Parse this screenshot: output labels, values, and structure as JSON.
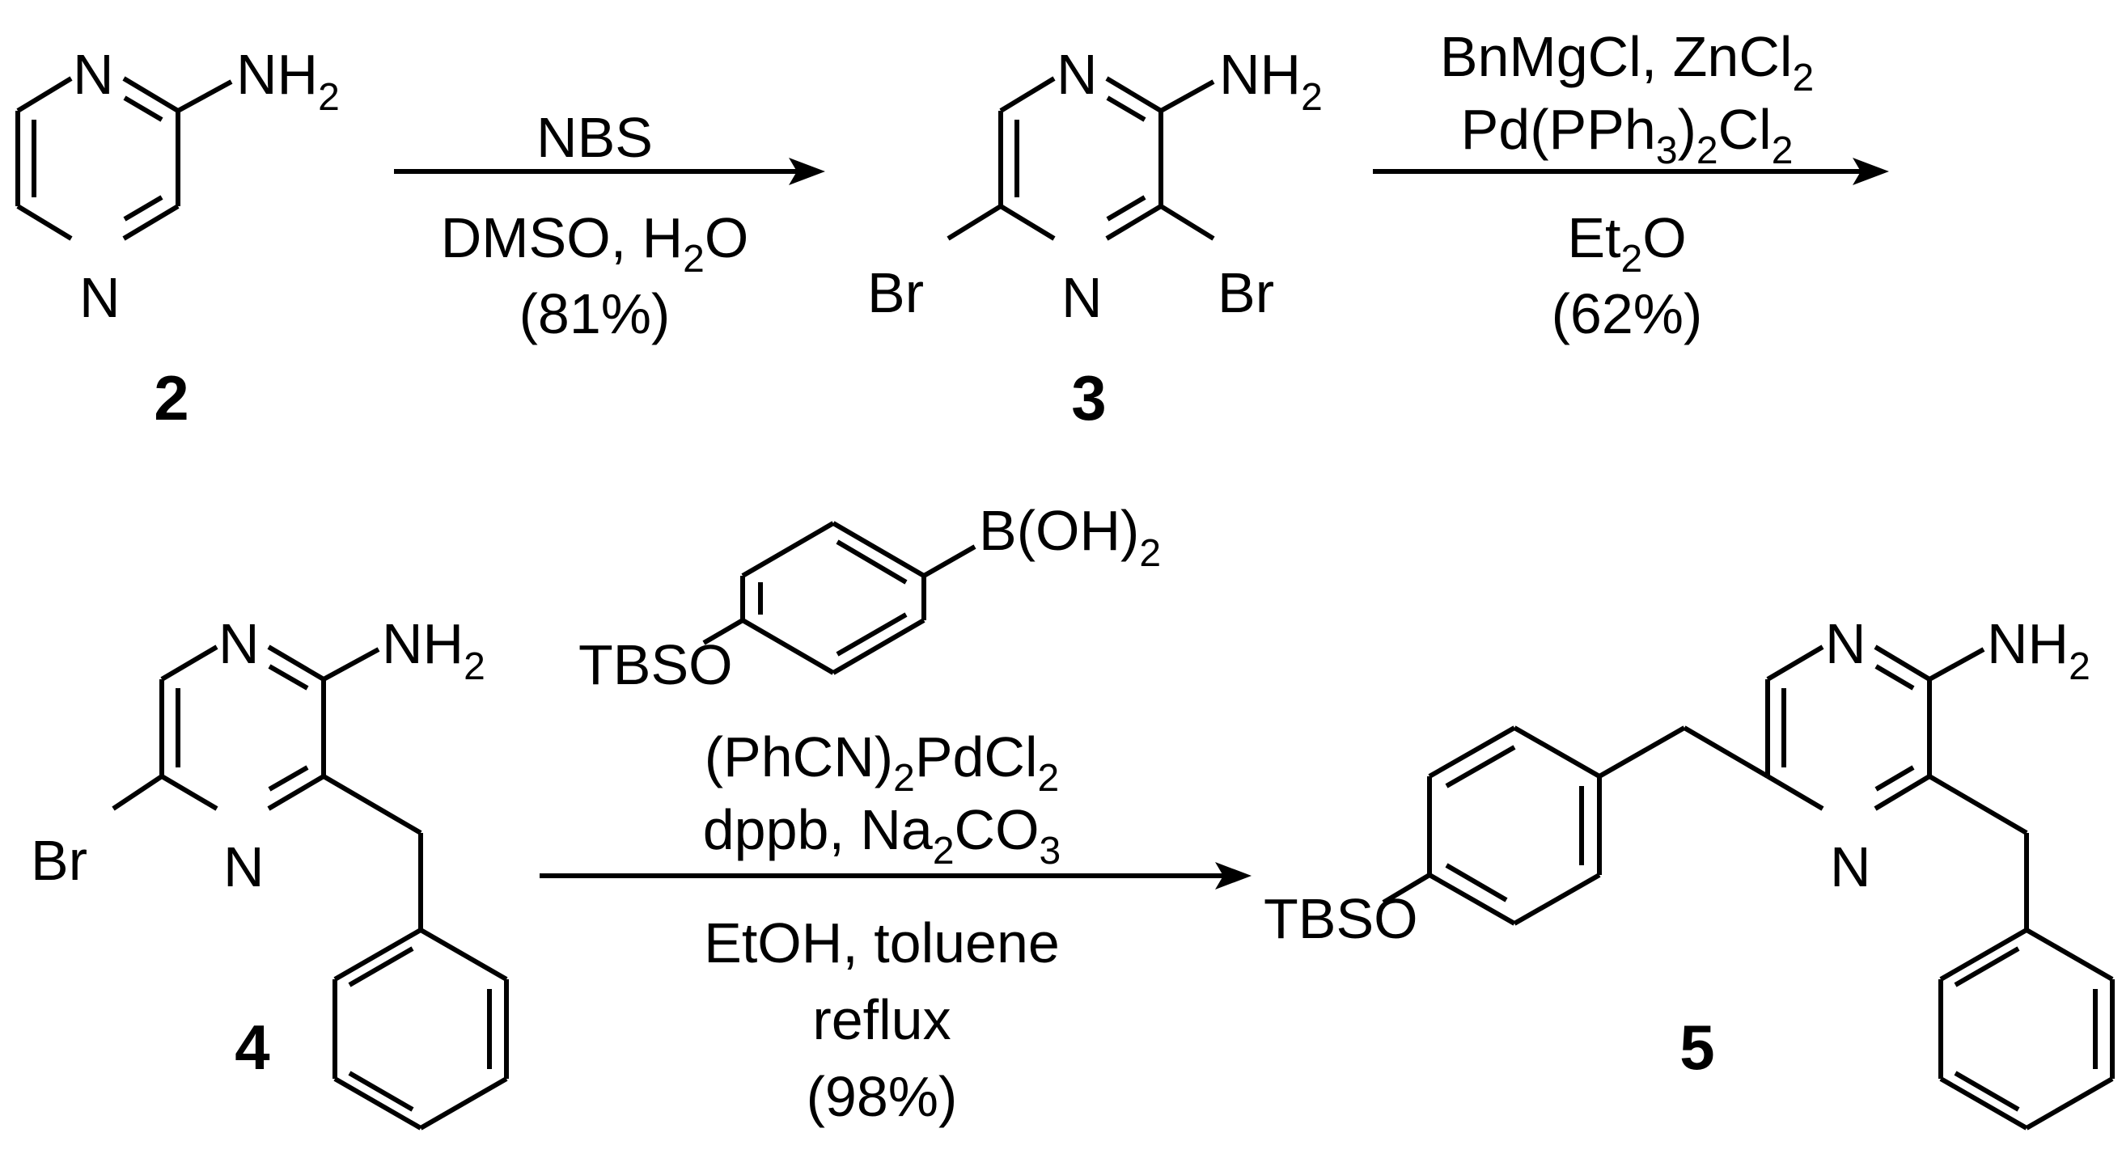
{
  "compounds": {
    "c2": {
      "label": "2",
      "atoms": {
        "n1": "N",
        "n4": "N",
        "amine": "NH",
        "amine_sub": "2"
      }
    },
    "c3": {
      "label": "3",
      "atoms": {
        "n1": "N",
        "n4": "N",
        "amine": "NH",
        "amine_sub": "2",
        "br_left": "Br",
        "br_right": "Br"
      }
    },
    "c4": {
      "label": "4",
      "atoms": {
        "n1": "N",
        "n4": "N",
        "amine": "NH",
        "amine_sub": "2",
        "br": "Br"
      }
    },
    "c5": {
      "label": "5",
      "atoms": {
        "n1": "N",
        "n4": "N",
        "amine": "NH",
        "amine_sub": "2",
        "tbso": "TBSO"
      }
    }
  },
  "steps": {
    "step1": {
      "above": "NBS",
      "below_1": "DMSO, H",
      "below_1_sub": "2",
      "below_1_tail": "O",
      "yield": "(81%)"
    },
    "step2": {
      "line1": "BnMgCl, ZnCl",
      "line1_sub": "2",
      "line2_a": "Pd(PPh",
      "line2_sub1": "3",
      "line2_b": ")",
      "line2_sub2": "2",
      "line2_c": "Cl",
      "line2_sub3": "2",
      "below_1": "Et",
      "below_1_sub": "2",
      "below_1_tail": "O",
      "yield": "(62%)"
    },
    "step3": {
      "reagent_boronic": "B(OH)",
      "reagent_boronic_sub": "2",
      "reagent_tbso": "TBSO",
      "line1_a": "(PhCN)",
      "line1_sub": "2",
      "line1_b": "PdCl",
      "line1_sub2": "2",
      "line2_a": "dppb, Na",
      "line2_sub": "2",
      "line2_b": "CO",
      "line2_sub2": "3",
      "below_1": "EtOH, toluene",
      "below_2": "reflux",
      "yield": "(98%)"
    }
  }
}
